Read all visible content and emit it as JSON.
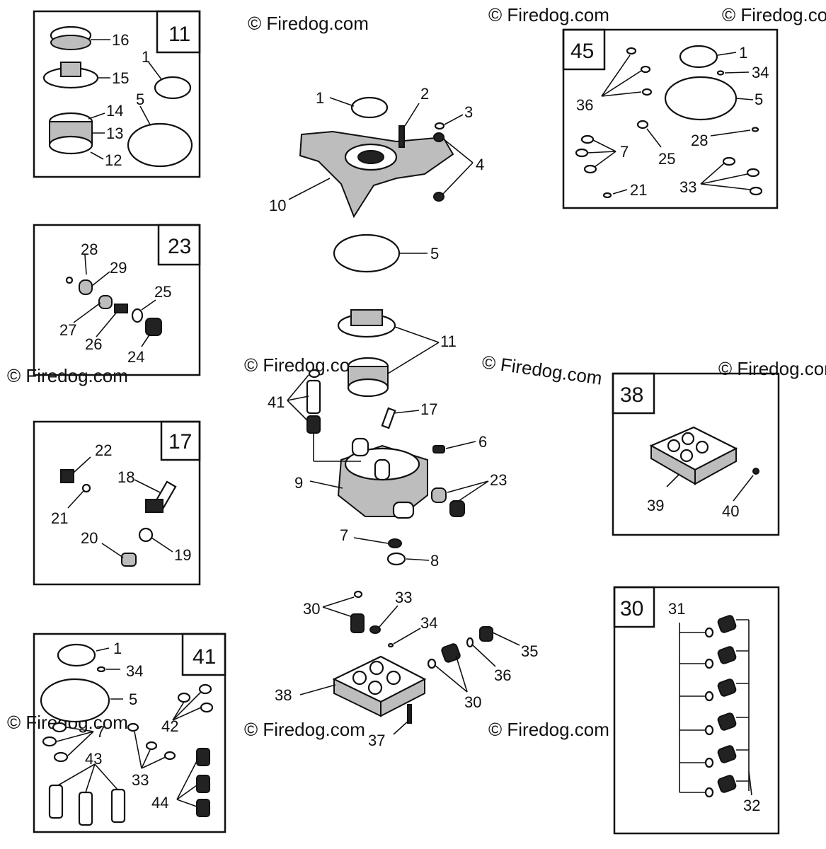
{
  "watermark": {
    "text": "© Firedog.com",
    "center_text": "© Firedog.com"
  },
  "boxes": {
    "b11": {
      "number": "11",
      "callouts": [
        "16",
        "15",
        "14",
        "13",
        "12",
        "1",
        "5"
      ]
    },
    "b23": {
      "number": "23",
      "callouts": [
        "28",
        "29",
        "27",
        "26",
        "25",
        "24"
      ]
    },
    "b17": {
      "number": "17",
      "callouts": [
        "22",
        "21",
        "18",
        "20",
        "19"
      ]
    },
    "b41": {
      "number": "41",
      "callouts": [
        "1",
        "34",
        "5",
        "7",
        "42",
        "43",
        "33",
        "44"
      ]
    },
    "b45": {
      "number": "45",
      "callouts": [
        "1",
        "34",
        "36",
        "5",
        "7",
        "28",
        "25",
        "21",
        "33"
      ]
    },
    "b38": {
      "number": "38",
      "callouts": [
        "39",
        "40"
      ]
    },
    "b30": {
      "number": "30",
      "callouts": [
        "31",
        "32"
      ]
    }
  },
  "center": {
    "callouts": [
      "1",
      "2",
      "3",
      "4",
      "10",
      "5",
      "11",
      "41",
      "17",
      "6",
      "9",
      "23",
      "7",
      "8",
      "30",
      "33",
      "34",
      "35",
      "36",
      "38",
      "30",
      "37"
    ]
  }
}
